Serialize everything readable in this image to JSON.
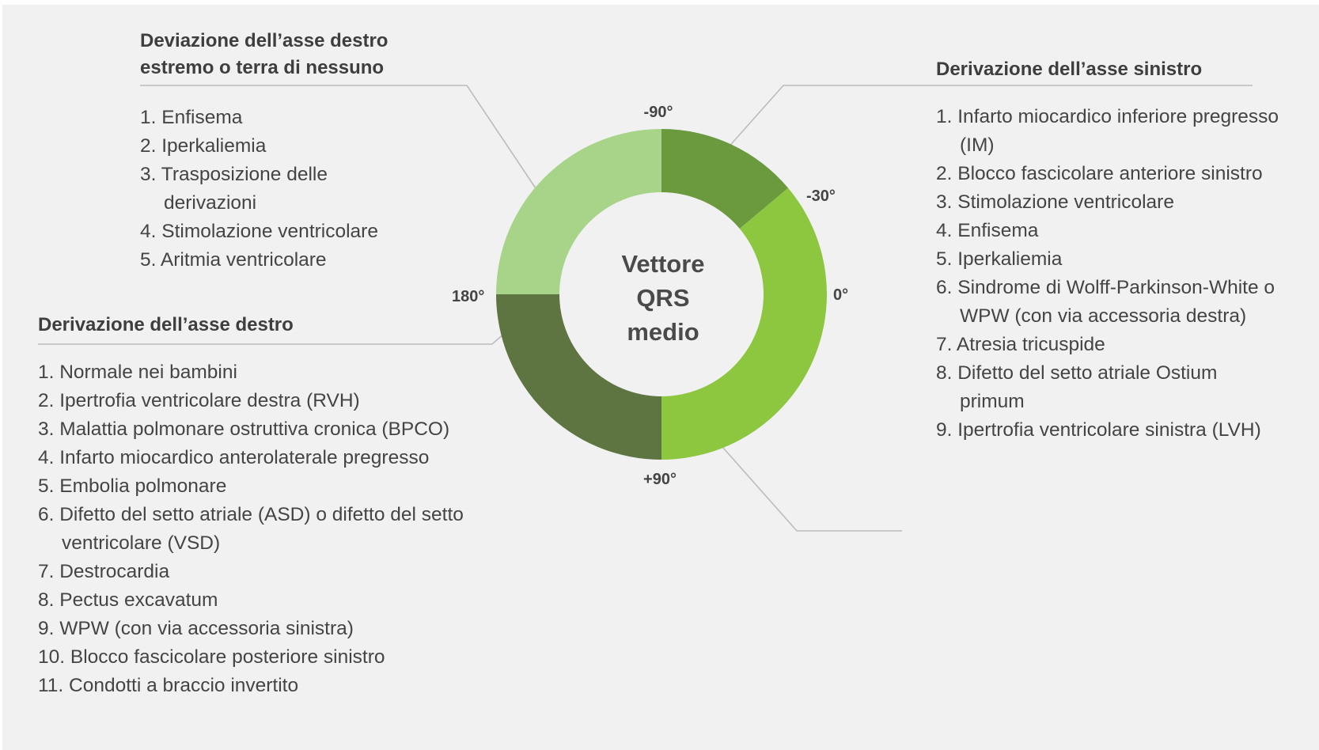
{
  "diagram": {
    "center_label": [
      "Vettore",
      "QRS",
      "medio"
    ],
    "angles": {
      "top": "-90°",
      "upper_right": "-30°",
      "right": "0°",
      "bottom": "+90°",
      "left": "180°"
    },
    "colors": {
      "extreme": "#a8d48a",
      "left_axis_upper": "#6b9a3e",
      "left_axis_lower": "#8dc63f",
      "right_axis": "#5e7541",
      "connector": "#bcbcbc"
    }
  },
  "sections": {
    "extreme_axis": {
      "title": [
        "Deviazione dell’asse destro",
        "estremo o terra di nessuno"
      ],
      "items": [
        "1. Enfisema",
        "2. Iperkaliemia",
        "3. Trasposizione delle derivazioni",
        "4. Stimolazione ventricolare",
        "5. Aritmia ventricolare"
      ]
    },
    "left_axis": {
      "title": [
        "Derivazione dell’asse sinistro"
      ],
      "items": [
        "1. Infarto miocardico inferiore pregresso (IM)",
        "2. Blocco fascicolare anteriore sinistro",
        "3. Stimolazione ventricolare",
        "4. Enfisema",
        "5. Iperkaliemia",
        "6. Sindrome di Wolff-Parkinson-White o WPW (con via accessoria destra)",
        "7. Atresia tricuspide",
        "8. Difetto del setto atriale Ostium primum",
        "9. Ipertrofia ventricolare sinistra (LVH)"
      ]
    },
    "right_axis": {
      "title": [
        "Derivazione dell’asse destro"
      ],
      "items": [
        "1. Normale nei bambini",
        "2. Ipertrofia ventricolare destra (RVH)",
        "3. Malattia polmonare ostruttiva cronica (BPCO)",
        "4. Infarto miocardico anterolaterale pregresso",
        "5. Embolia polmonare",
        "6. Difetto del setto atriale (ASD) o difetto del setto ventricolare (VSD)",
        "7. Destrocardia",
        "8. Pectus excavatum",
        "9. WPW (con via accessoria sinistra)",
        "10. Blocco fascicolare posteriore sinistro",
        "11. Condotti a braccio invertito"
      ]
    }
  }
}
